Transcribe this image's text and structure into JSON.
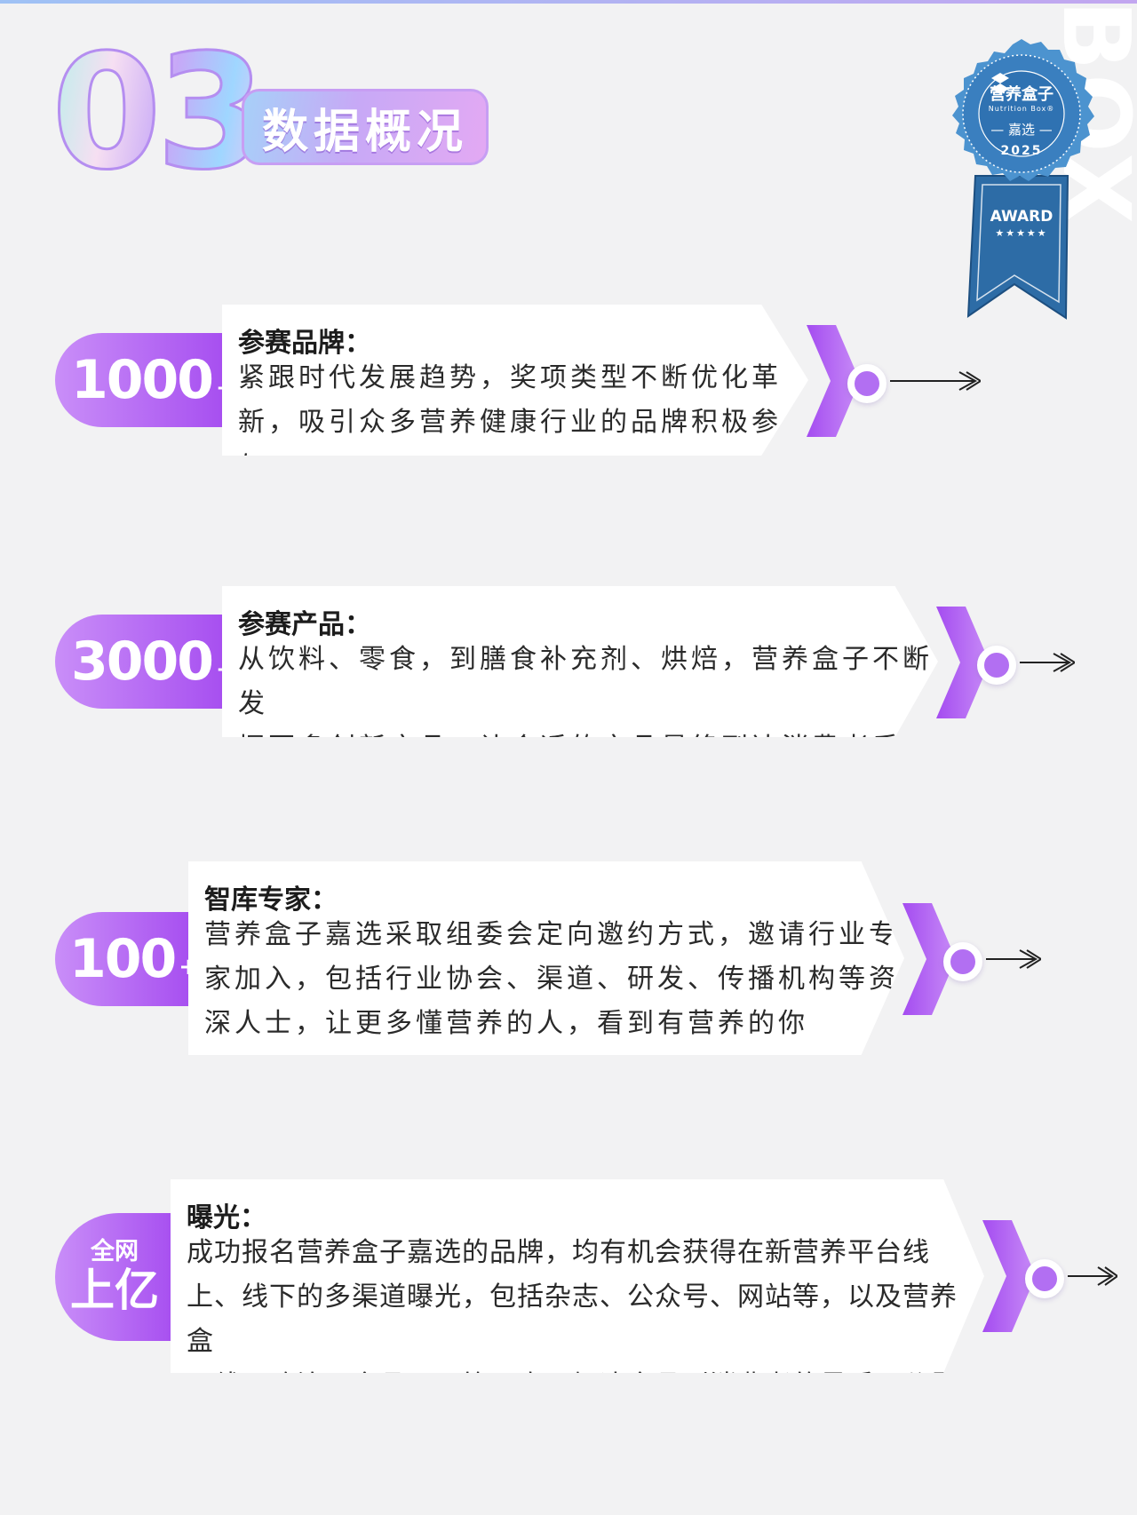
{
  "header": {
    "section_number": "03",
    "title": "数据概况",
    "watermark": "NUTRITION BOX"
  },
  "badge": {
    "ring_text": "Nutrition Box®",
    "brand": "营养盒子",
    "brand_en": "Nutrition Box®",
    "label": "— 嘉选 —",
    "year": "2025",
    "award": "AWARD",
    "stars": "★★★★★"
  },
  "stats": [
    {
      "value": "1000",
      "plus": "+",
      "heading": "参赛品牌：",
      "lines": [
        "紧跟时代发展趋势，奖项类型不断优化革",
        "新，吸引众多营养健康行业的品牌积极参与"
      ]
    },
    {
      "value": "3000",
      "plus": "+",
      "heading": "参赛产品：",
      "lines": [
        "从饮料、零食，到膳食补充剂、烘焙，营养盒子不断发",
        "掘更多创新产品，让合适的产品最终到达消费者手中"
      ]
    },
    {
      "value": "100",
      "plus": "+",
      "heading": "智库专家：",
      "lines": [
        "营养盒子嘉选采取组委会定向邀约方式，邀请行业专",
        "家加入，包括行业协会、渠道、研发、传播机构等资",
        "深人士，让更多懂营养的人，看到有营养的你"
      ]
    },
    {
      "value_top": "全网",
      "value_bottom": "上亿",
      "heading": "曝光：",
      "lines": [
        "成功报名营养盒子嘉选的品牌，均有机会获得在新营养平台线",
        "上、线下的多渠道曝光，包括杂志、公众号、网站等，以及营养盒",
        "子线下路演、产品展示等，真正解决产品到消费者的最后一公里"
      ]
    }
  ],
  "colors": {
    "accent_purple": "#a74ff0",
    "badge_blue": "#2d6ca6",
    "background": "#f2f2f3"
  }
}
